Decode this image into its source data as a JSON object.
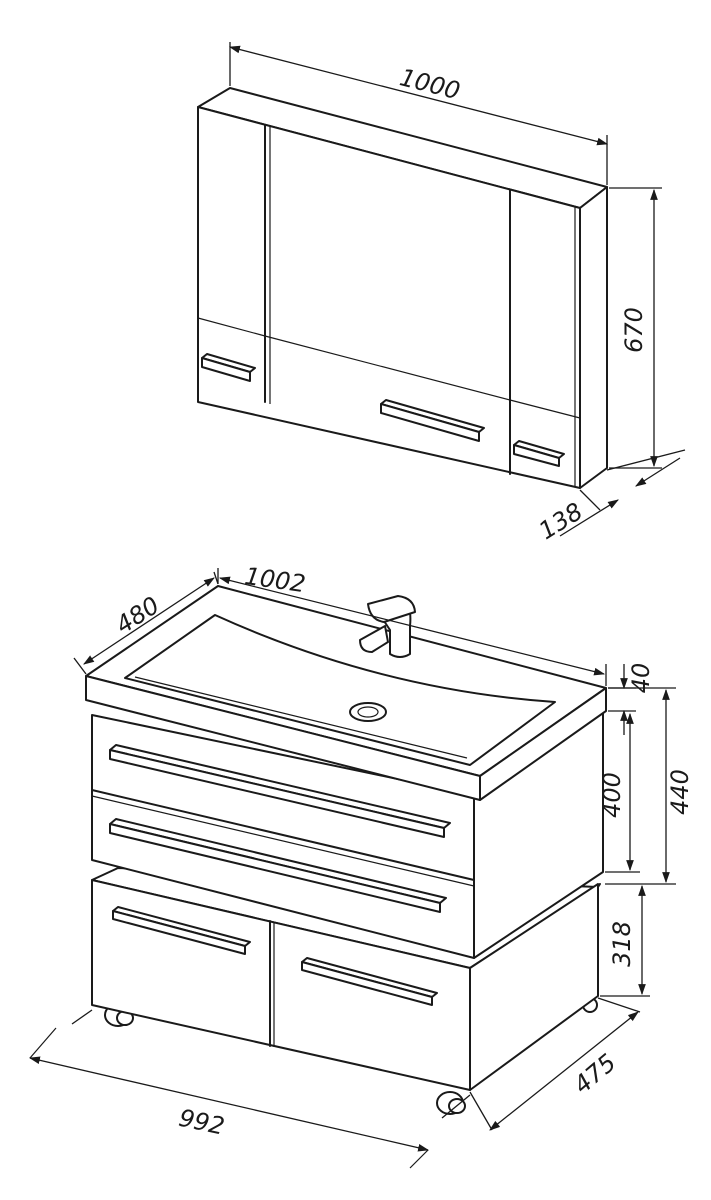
{
  "mirror_cabinet": {
    "width": "1000",
    "height": "670",
    "depth": "138"
  },
  "vanity": {
    "basin_width": "1002",
    "basin_depth": "480",
    "top_thickness": "40",
    "drawer_block_height": "400",
    "upper_height": "440",
    "base_height": "318",
    "base_width": "992",
    "base_depth": "475"
  }
}
